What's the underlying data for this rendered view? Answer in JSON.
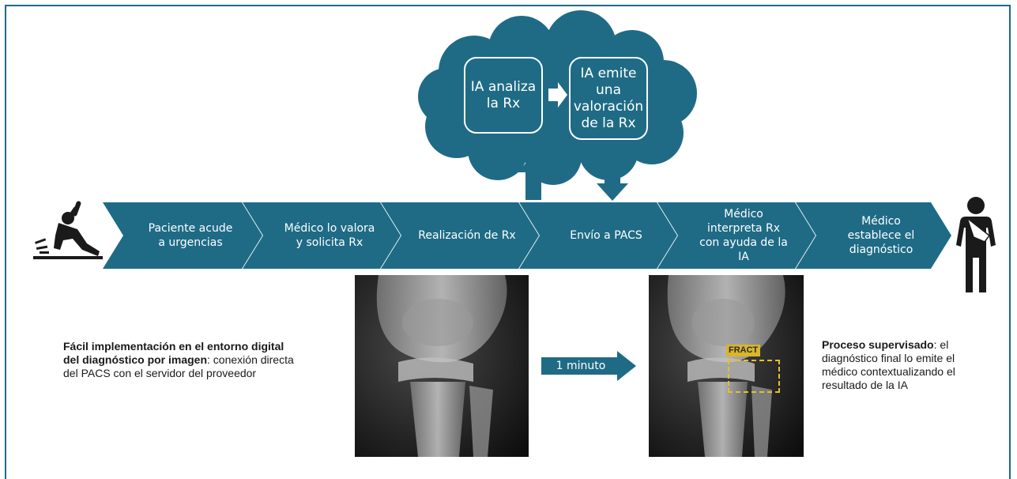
{
  "cloud": {
    "step1": "IA analiza la Rx",
    "step2": "IA emite una valoración de la Rx"
  },
  "flow_steps": [
    {
      "label": "Paciente acude a urgencias"
    },
    {
      "label": "Médico lo valora y solicita Rx"
    },
    {
      "label": "Realización de Rx"
    },
    {
      "label": "Envío a PACS"
    },
    {
      "label": "Médico interpreta Rx con ayuda de la IA"
    },
    {
      "label": "Médico establece el diagnóstico"
    }
  ],
  "time_arrow": {
    "label": "1 minuto"
  },
  "ai_result": {
    "tag": "FRACT"
  },
  "left_note": {
    "bold": "Fácil implementación en el entorno digital del diagnóstico por imagen",
    "rest": ": conexión directa del PACS con el servidor del proveedor"
  },
  "right_note": {
    "bold": "Proceso supervisado",
    "rest": ": el diagnóstico final lo emite el médico contextualizando el resultado de la IA"
  },
  "colors": {
    "primary": "#1f6b86",
    "highlight": "#d9b62a",
    "icon": "#1a1a1a"
  },
  "icons": [
    "falling-person-icon",
    "person-arm-sling-icon"
  ]
}
